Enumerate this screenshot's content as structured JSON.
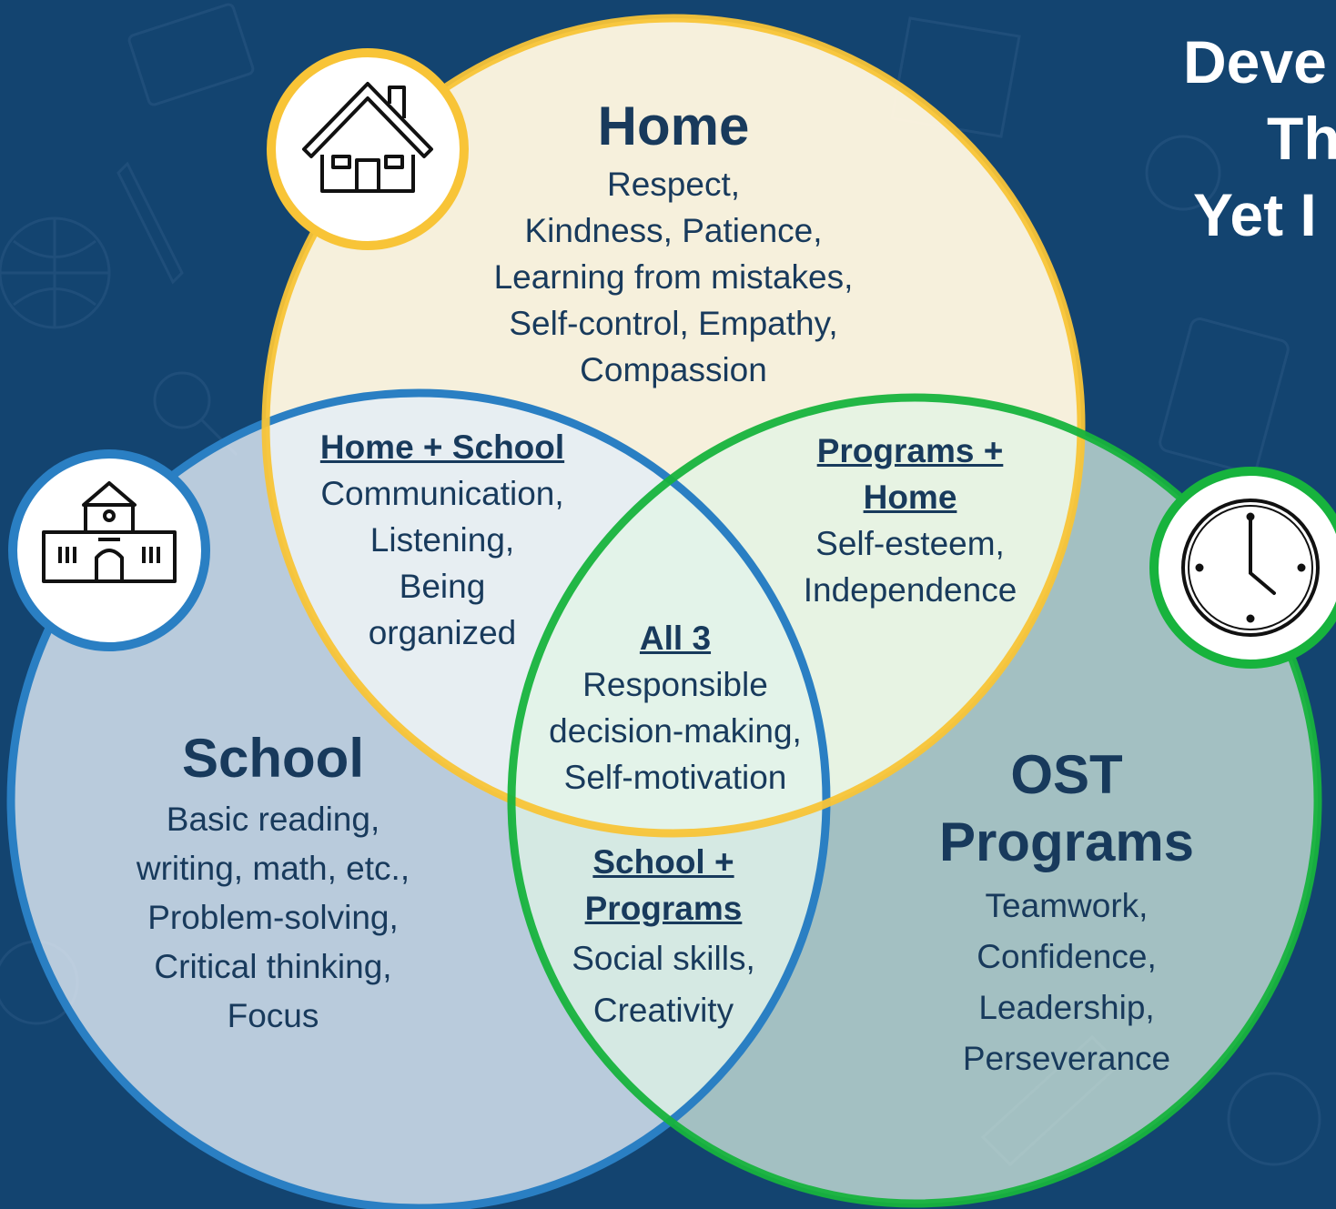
{
  "title": {
    "line1": "Deve",
    "line2": "Th",
    "line3": "Yet I"
  },
  "colors": {
    "background": "#134470",
    "home": "#f8c437",
    "school": "#2a7fc3",
    "programs": "#17b33d",
    "text": "#183a5c"
  },
  "circles": {
    "home": {
      "title": "Home",
      "lines": [
        "Respect,",
        "Kindness, Patience,",
        "Learning from mistakes,",
        "Self-control, Empathy,",
        "Compassion"
      ],
      "icon": "house-icon"
    },
    "school": {
      "title": "School",
      "lines": [
        "Basic reading,",
        "writing, math, etc.,",
        "Problem-solving,",
        "Critical thinking,",
        "Focus"
      ],
      "icon": "school-building-icon"
    },
    "programs": {
      "title_line1": "OST",
      "title_line2": "Programs",
      "lines": [
        "Teamwork,",
        "Confidence,",
        "Leadership,",
        "Perseverance"
      ],
      "icon": "clock-icon"
    }
  },
  "overlaps": {
    "home_school": {
      "title": "Home + School",
      "lines": [
        "Communication,",
        "Listening,",
        "Being",
        "organized"
      ]
    },
    "programs_home": {
      "title_line1": "Programs +",
      "title_line2": "Home",
      "lines": [
        "Self-esteem,",
        "Independence"
      ]
    },
    "school_programs": {
      "title_line1": "School +",
      "title_line2": "Programs",
      "lines": [
        "Social skills,",
        "Creativity"
      ]
    },
    "all3": {
      "title": "All 3",
      "lines": [
        "Responsible",
        "decision-making,",
        "Self-motivation"
      ]
    }
  }
}
